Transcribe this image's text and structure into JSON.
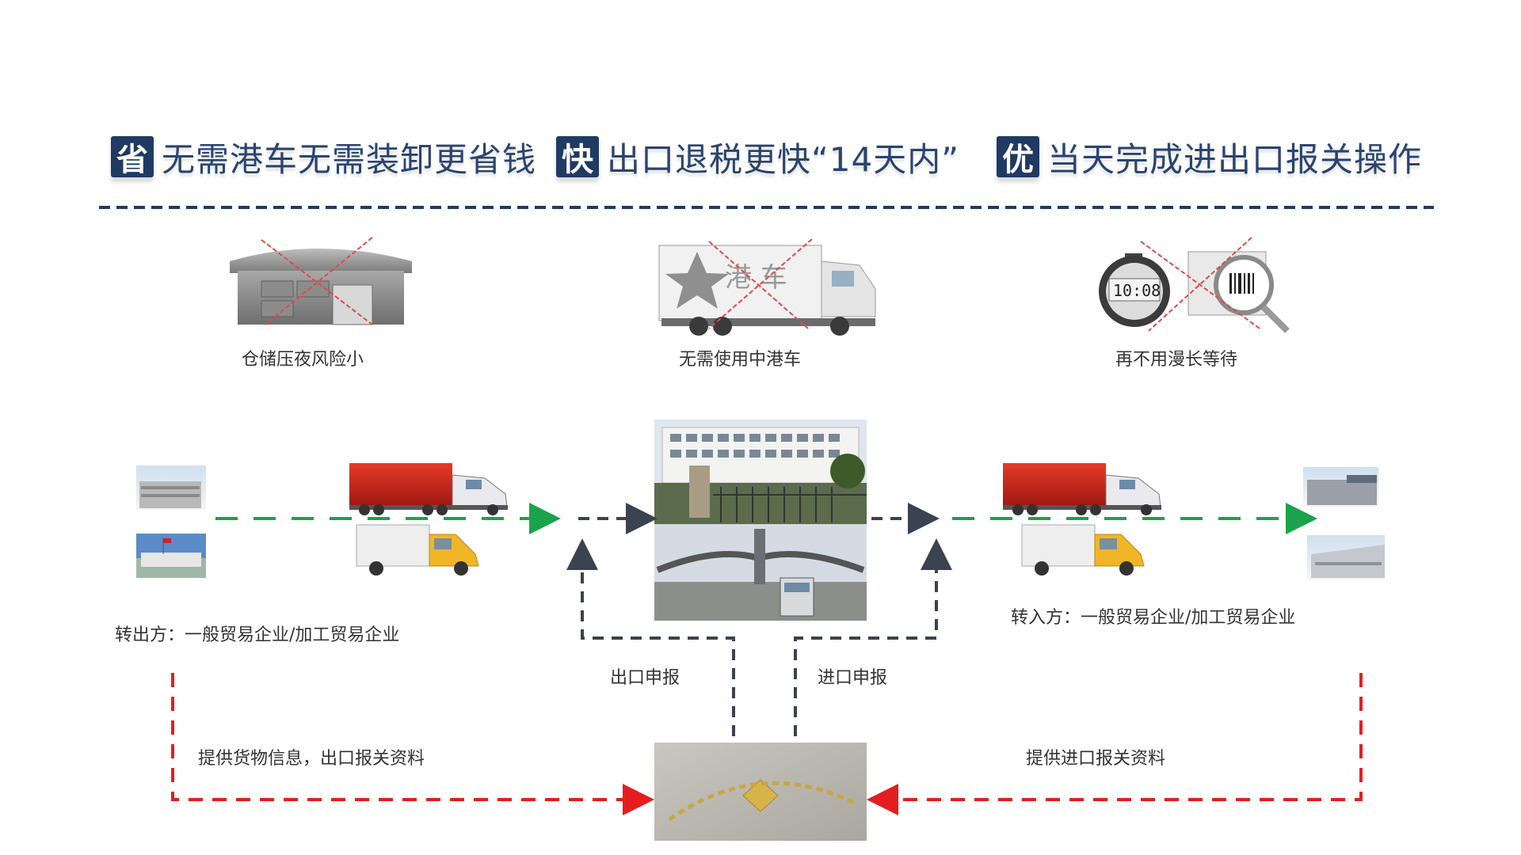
{
  "headlines": [
    {
      "badge": "省",
      "text": "无需港车无需装卸更省钱"
    },
    {
      "badge": "快",
      "text": "出口退税更快“14天内”"
    },
    {
      "badge": "优",
      "text": "当天完成进出口报关操作"
    }
  ],
  "benefits": [
    {
      "icon": "warehouse-icon",
      "caption": "仓储压夜风险小"
    },
    {
      "icon": "port-truck-icon",
      "caption": "无需使用中港车",
      "truck_text": "港 车"
    },
    {
      "icon": "stopwatch-barcode-icon",
      "caption": "再不用漫长等待",
      "clock_text": "10:08"
    }
  ],
  "flow": {
    "sender_label": "转出方：一般贸易企业/加工贸易企业",
    "receiver_label": "转入方：一般贸易企业/加工贸易企业",
    "export_decl": "出口申报",
    "import_decl": "进口申报",
    "left_info": "提供货物信息，出口报关资料",
    "right_info": "提供进口报关资料"
  },
  "colors": {
    "navy": "#1f3a63",
    "green": "#1aa34a",
    "red": "#e41e1e",
    "dark": "#3b4250"
  }
}
